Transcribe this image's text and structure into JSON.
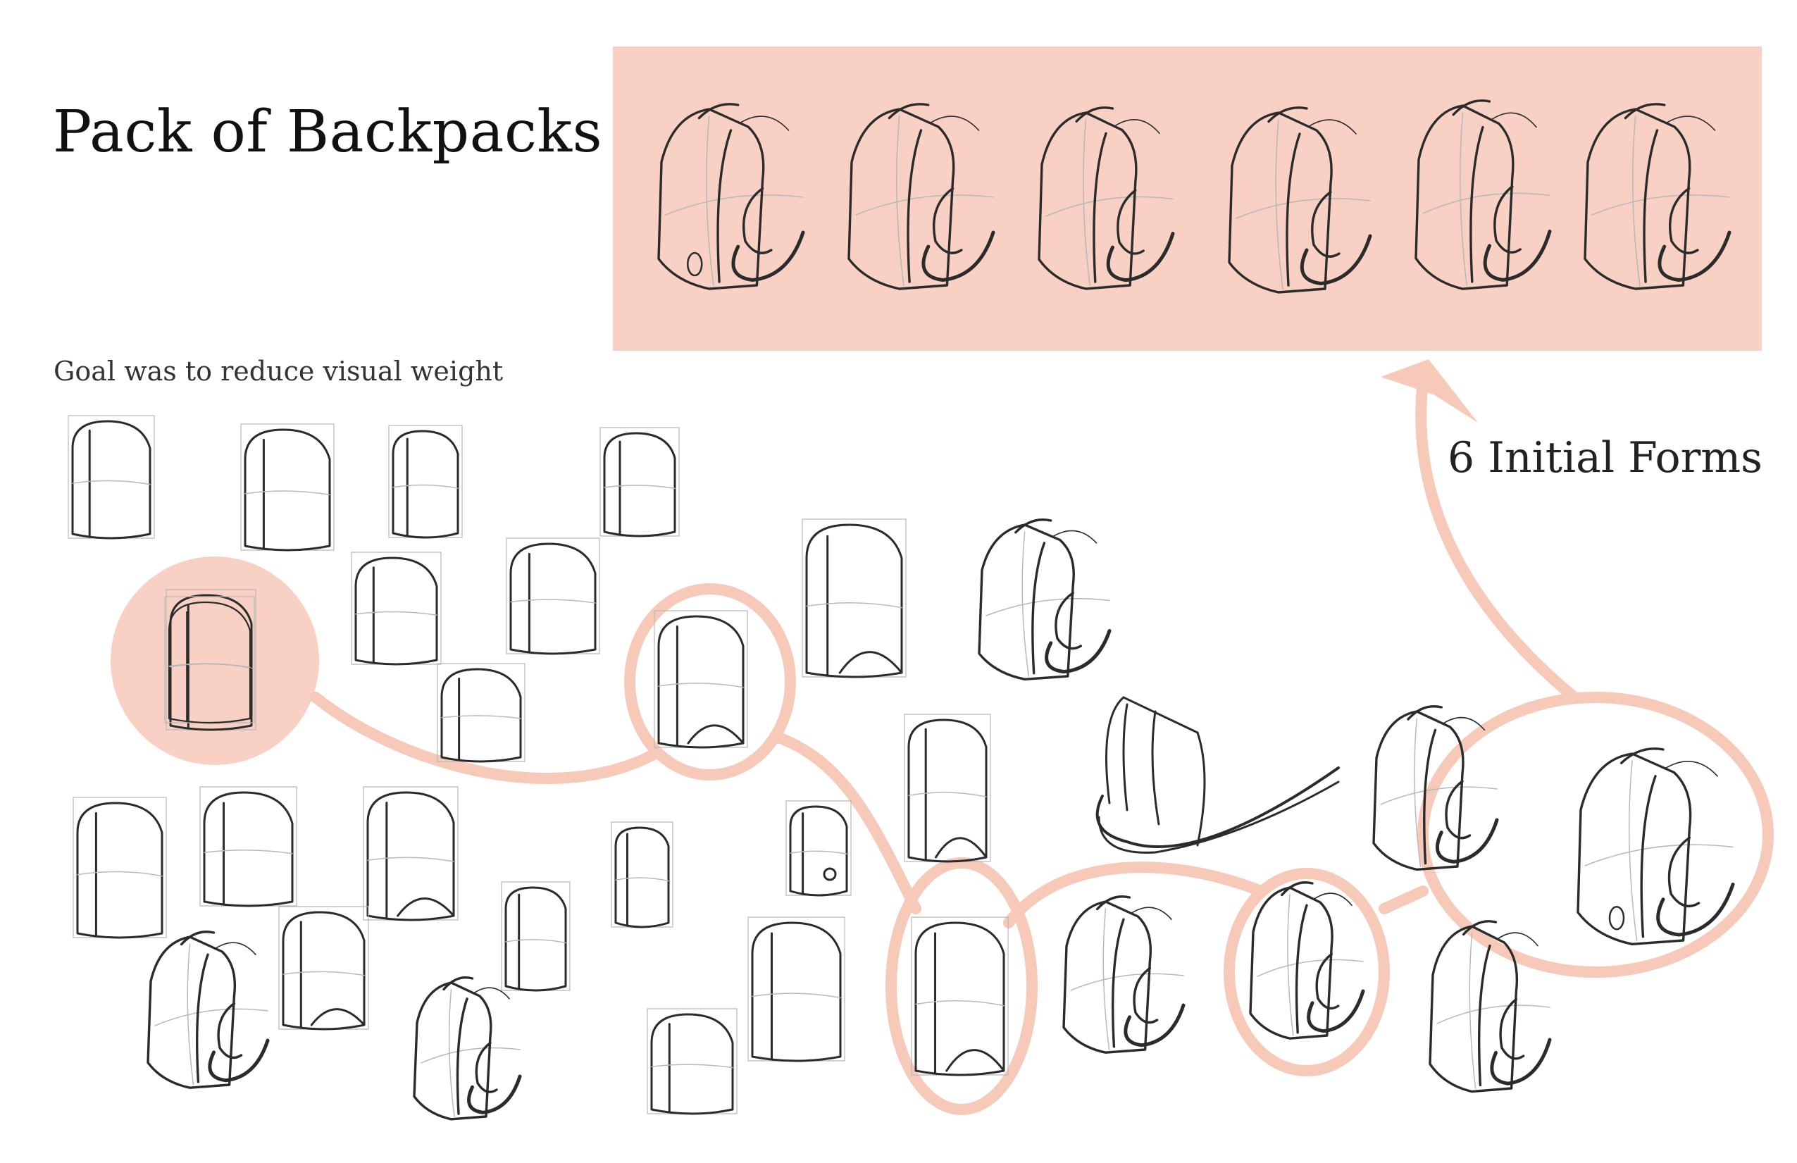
{
  "page": {
    "title": "Pack of Backpacks",
    "subtitle": "Goal was to reduce visual weight",
    "annotation_label": "6 Initial Forms"
  },
  "colors": {
    "accent": "#f8d1c4",
    "accent_stroke": "#f6c9b8",
    "ink": "#2b2b2b",
    "construction": "#b8b8b8",
    "background": "#ffffff"
  },
  "panels": {
    "final_forms": {
      "count": 6
    },
    "exploration_sketches": {
      "count": 36
    },
    "highlights": {
      "count": 6
    }
  }
}
